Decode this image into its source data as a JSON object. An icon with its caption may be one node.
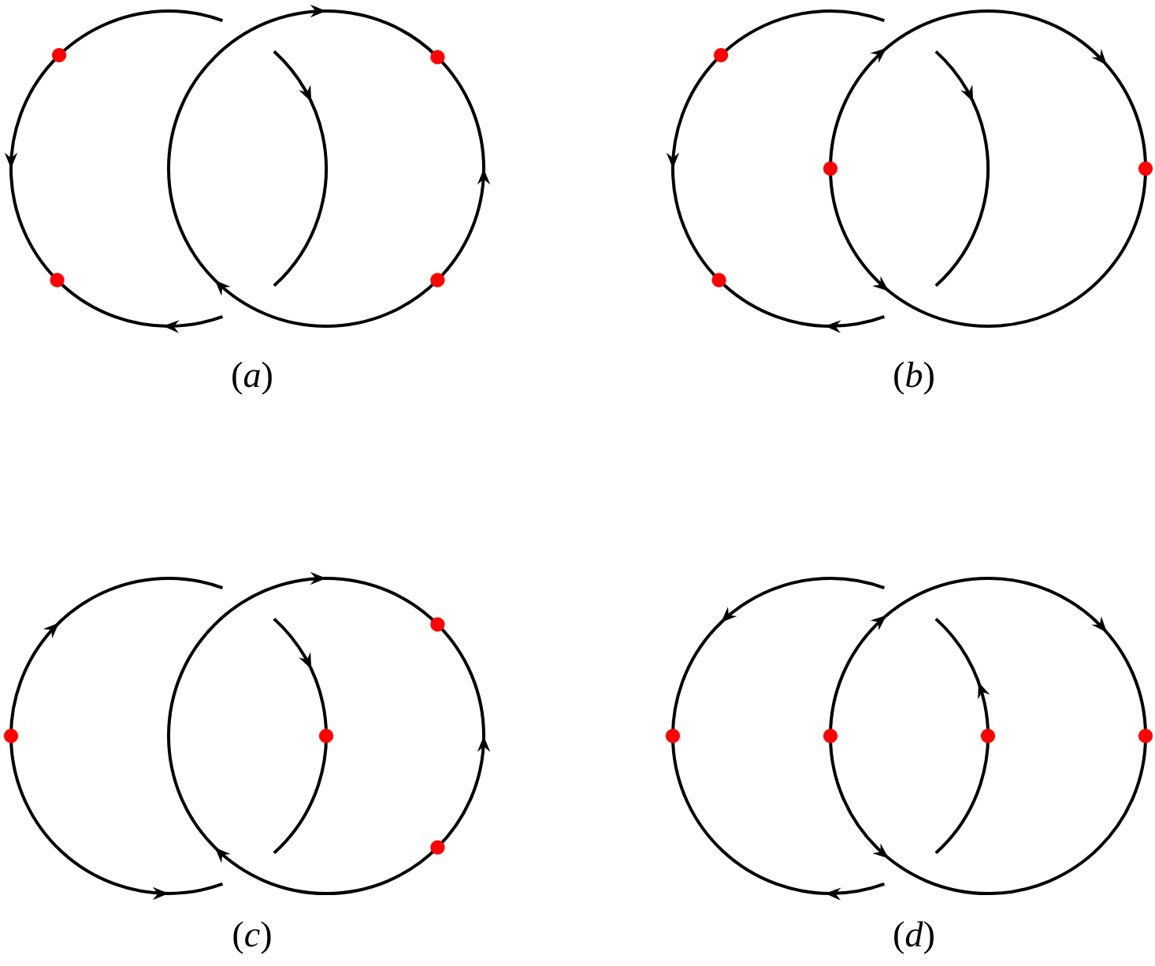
{
  "diagram": {
    "labels": [
      "(*a*)",
      "(*b*)",
      "(*c*)",
      "(*d*)"
    ]
  }
}
